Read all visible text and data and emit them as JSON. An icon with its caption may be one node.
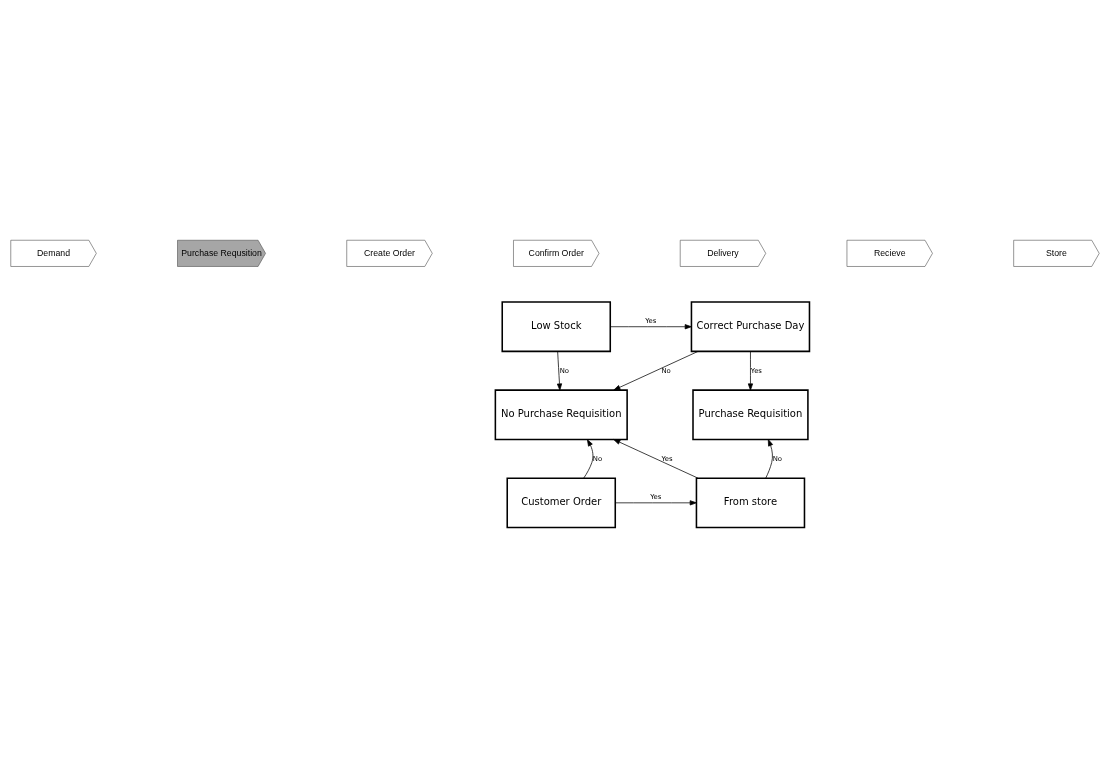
{
  "diagram": {
    "nodes": [
      {
        "text": [
          "Demand"
        ]
      },
      {
        "text": [
          "Purchase Requsition"
        ]
      },
      {
        "text": [
          "Create Order"
        ]
      },
      {
        "text": [
          "Confirm Order"
        ]
      },
      {
        "text": [
          "Delivery"
        ]
      },
      {
        "text": [
          "Recieve"
        ]
      },
      {
        "text": [
          "Store"
        ]
      },
      {
        "text": [
          "Low Stock"
        ]
      },
      {
        "text": [
          "Correct Purchase Day"
        ]
      },
      {
        "text": [
          "No Purchase Requisition"
        ]
      },
      {
        "text": [
          "Purchase Requisition"
        ]
      },
      {
        "text": [
          "Customer Order"
        ]
      },
      {
        "text": [
          "From store"
        ]
      }
    ],
    "edges": [
      {
        "from": 7,
        "to": 8,
        "arrow": "to",
        "label": "Yes"
      },
      {
        "from": 7,
        "to": 9,
        "arrow": "to",
        "label": "No"
      },
      {
        "from": 8,
        "to": 9,
        "arrow": "to",
        "label": "No"
      },
      {
        "from": 8,
        "to": 10,
        "arrow": "to",
        "label": "Yes"
      },
      {
        "from": 12,
        "to": 9,
        "arrow": "to",
        "label": "Yes"
      },
      {
        "from": 12,
        "to": 10,
        "arrow": "to",
        "label": "No"
      },
      {
        "from": 11,
        "to": 9,
        "arrow": "to",
        "label": "No"
      },
      {
        "from": 11,
        "to": 12,
        "arrow": "to",
        "label": "Yes"
      }
    ]
  }
}
